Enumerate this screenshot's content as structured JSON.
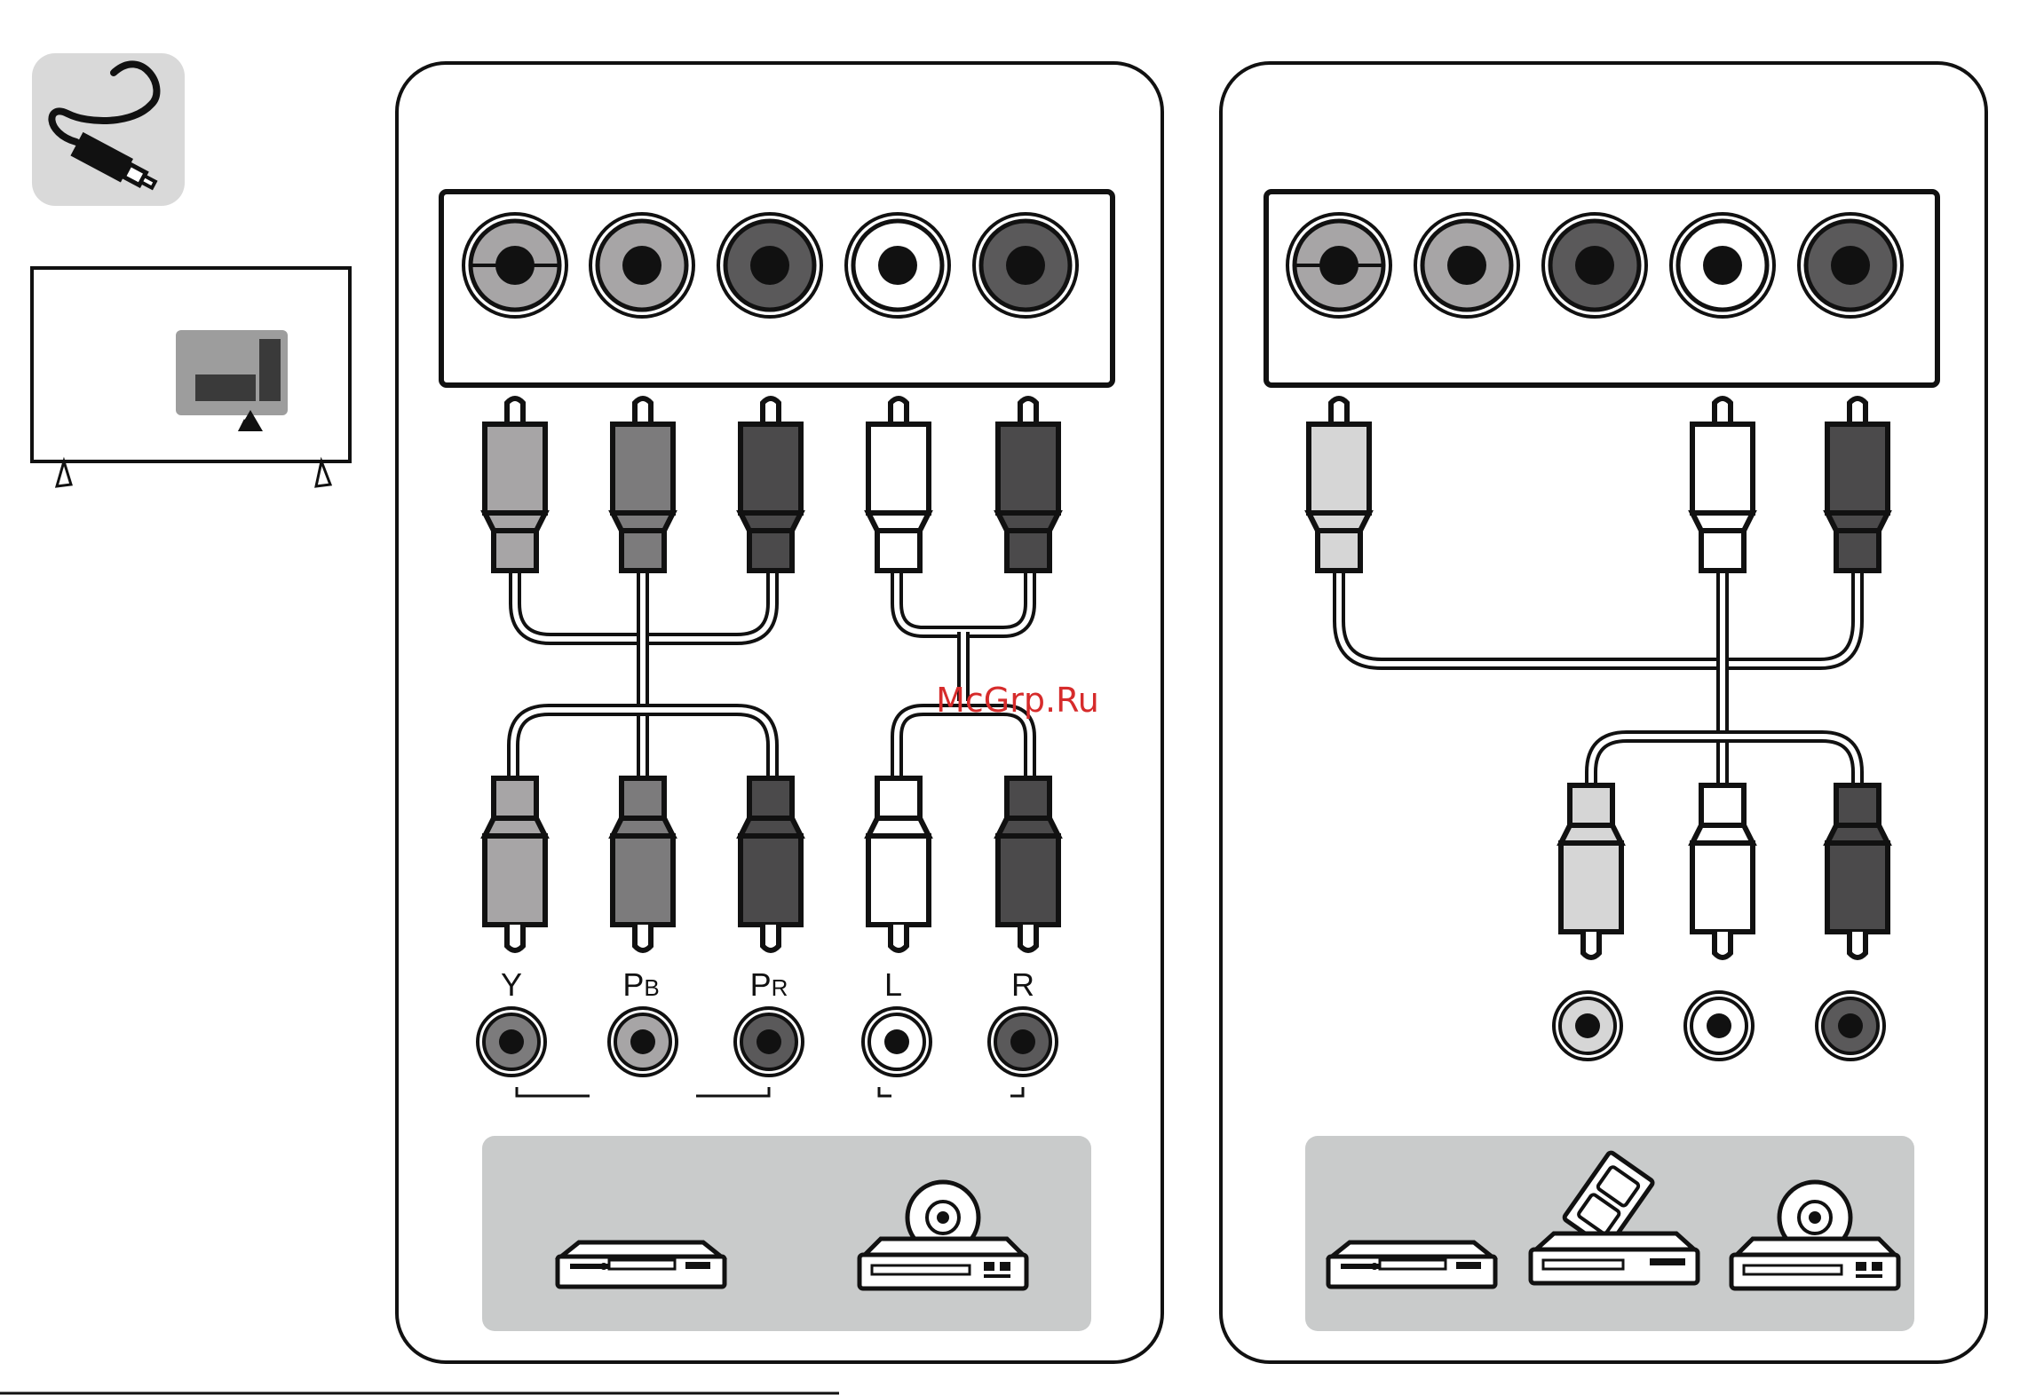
{
  "watermark": "McGrp.Ru",
  "icons": {
    "cable": "rca-cable-icon",
    "tv": "tv-rear-panel-icon",
    "devices_left": [
      "dvd-player-icon",
      "disc-player-icon"
    ],
    "devices_right": [
      "dvd-player-icon",
      "set-top-box-icon",
      "disc-player-icon"
    ]
  },
  "left_panel": {
    "labels": [
      {
        "main": "Y",
        "sub": ""
      },
      {
        "main": "P",
        "sub": "B"
      },
      {
        "main": "P",
        "sub": "R"
      },
      {
        "main": "L",
        "sub": ""
      },
      {
        "main": "R",
        "sub": ""
      }
    ]
  },
  "colors": {
    "plug_y": "#a7a5a6",
    "plug_pb": "#7c7b7c",
    "plug_pr": "#4b4a4b",
    "plug_l": "#ffffff",
    "plug_r": "#4b4a4b",
    "plug_video": "#d6d6d6",
    "panel_bg": "#c9cbcb",
    "icon_bg": "#d9d9d9",
    "watermark": "#d62b2b",
    "outline": "#111111"
  }
}
